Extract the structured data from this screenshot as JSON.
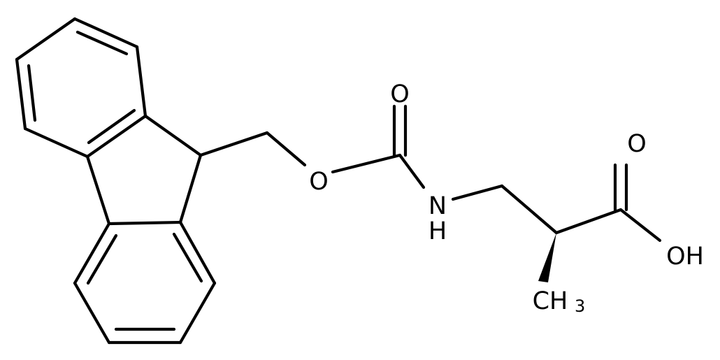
{
  "molecule": {
    "atoms": {
      "carbonyl_o": "O",
      "ester_o": "O",
      "amide_n": "N",
      "amide_h": "H",
      "acid_o_double": "O",
      "acid_oh": "OH",
      "methyl_c": "CH",
      "methyl_sub": "3"
    }
  },
  "colors": {
    "bond": "#000000",
    "background": "#ffffff"
  }
}
